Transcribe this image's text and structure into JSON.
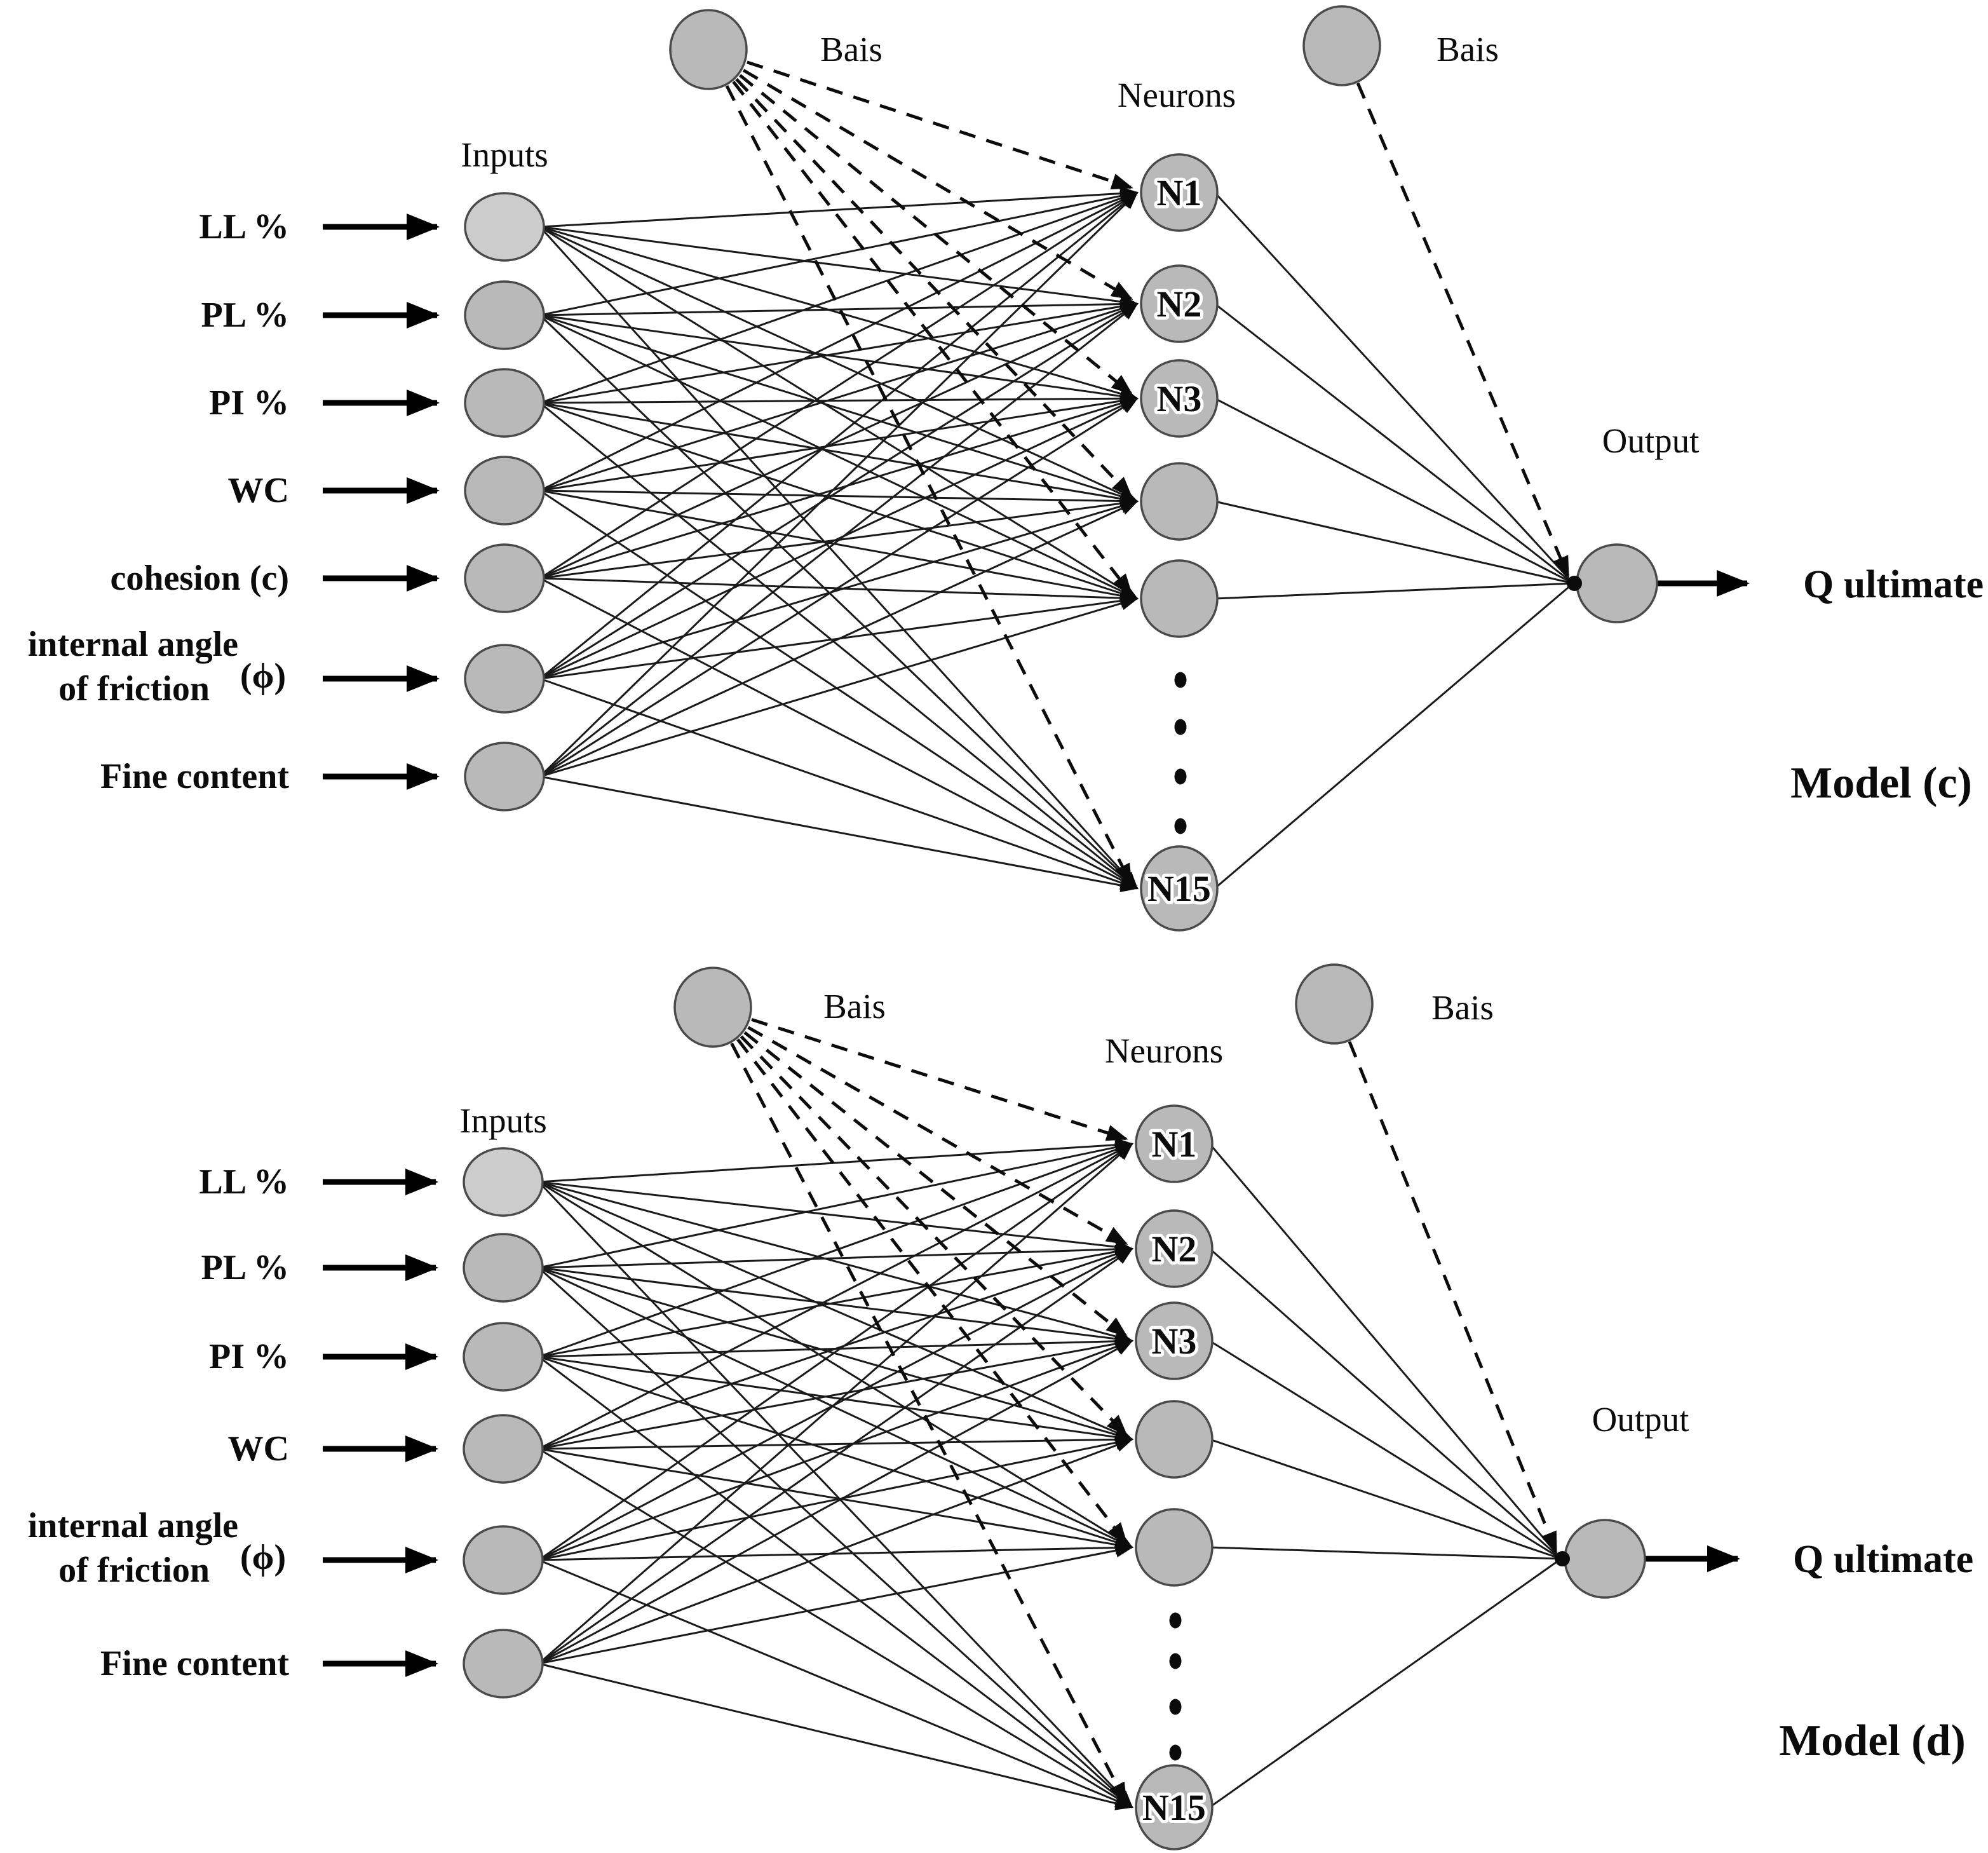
{
  "colors": {
    "background": "#ffffff",
    "node_fill": "#b9b9b9",
    "node_fill_light": "#cccccc",
    "node_stroke": "#4a4a4a",
    "edge": "#1a1a1a",
    "text": "#0b0b0b"
  },
  "models": [
    {
      "id": "c",
      "title": "Model (c)",
      "layer_labels": {
        "inputs": "Inputs",
        "neurons": "Neurons",
        "bias_hidden": "Bais",
        "bias_output": "Bais",
        "output": "Output"
      },
      "inputs": [
        {
          "label": "LL %"
        },
        {
          "label": "PL %"
        },
        {
          "label": "PI %"
        },
        {
          "label": "WC"
        },
        {
          "label": "cohesion (c)"
        },
        {
          "label": "internal angle of friction",
          "line1": "internal angle",
          "line2": "of friction",
          "suffix": "(ϕ)"
        },
        {
          "label": "Fine content"
        }
      ],
      "neurons": [
        {
          "label": "N1"
        },
        {
          "label": "N2"
        },
        {
          "label": "N3"
        },
        {
          "label": ""
        },
        {
          "label": ""
        },
        {
          "label": "N15"
        }
      ],
      "output_label": "Q ultimate"
    },
    {
      "id": "d",
      "title": "Model (d)",
      "layer_labels": {
        "inputs": "Inputs",
        "neurons": "Neurons",
        "bias_hidden": "Bais",
        "bias_output": "Bais",
        "output": "Output"
      },
      "inputs": [
        {
          "label": "LL %"
        },
        {
          "label": "PL %"
        },
        {
          "label": "PI %"
        },
        {
          "label": "WC"
        },
        {
          "label": "internal angle of friction",
          "line1": "internal angle",
          "line2": "of friction",
          "suffix": "(ϕ)"
        },
        {
          "label": "Fine content"
        }
      ],
      "neurons": [
        {
          "label": "N1"
        },
        {
          "label": "N2"
        },
        {
          "label": "N3"
        },
        {
          "label": ""
        },
        {
          "label": ""
        },
        {
          "label": "N15"
        }
      ],
      "output_label": "Q ultimate"
    }
  ]
}
